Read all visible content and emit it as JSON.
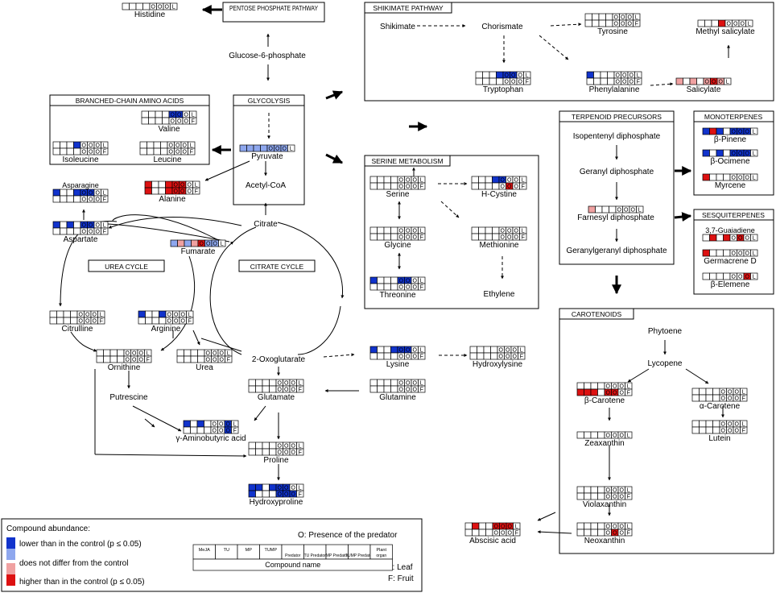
{
  "colors": {
    "dark_blue": "#1133cc",
    "light_blue": "#8ea7ee",
    "light_red": "#f0a1a1",
    "dark_red": "#dd1111",
    "white": "#ffffff"
  },
  "legend": {
    "heading": "Compound abundance:",
    "items": [
      {
        "color": "dark_blue",
        "label": "lower than in the control (p ≤ 0.05)"
      },
      {
        "color": "light_blue",
        "label": ""
      },
      {
        "color": "light_red",
        "label": "does not differ from the control"
      },
      {
        "color": "dark_red",
        "label": "higher than in the control (p ≤ 0.05)"
      }
    ],
    "predator_note": "O: Presence of the predator",
    "header_top": [
      "MeJA",
      "TU",
      "MP",
      "TUMP",
      "",
      "",
      "",
      "",
      "Plant"
    ],
    "header_bottom": [
      "",
      "",
      "",
      "",
      "Predator",
      "TU Predator",
      "MP Predator",
      "TUMP Predator",
      "organ"
    ],
    "compound_name": "Compound name",
    "leaf": "L: Leaf",
    "fruit": "F: Fruit"
  },
  "panels": {
    "pentose": "PENTOSE PHOSPHATE PATHWAY",
    "shikimate": "SHIKIMATE PATHWAY",
    "glycolysis": "GLYCOLYSIS",
    "branched": "BRANCHED-CHAIN AMINO ACIDS",
    "serine": "SERINE METABOLISM",
    "terpenoid": "TERPENOID PRECURSORS",
    "monoterpenes": "MONOTERPENES",
    "sesquiterpenes": "SESQUITERPENES",
    "carotenoids": "CAROTENOIDS",
    "urea": "UREA CYCLE",
    "citrate": "CITRATE CYCLE"
  },
  "texts": {
    "shikimate": "Shikimate",
    "chorismate": "Chorismate",
    "glucose": "Glucose-6-phosphate",
    "acetyl": "Acetyl-CoA",
    "citrate": "Citrate",
    "oxoglutarate": "2-Oxoglutarate",
    "putrescine": "Putrescine",
    "ethylene": "Ethylene",
    "isopentenyl": "Isopentenyl diphosphate",
    "geranyl": "Geranyl diphosphate",
    "geranylgeranyl": "Geranylgeranyl diphosphate",
    "phytoene": "Phytoene",
    "lycopene": "Lycopene"
  },
  "blocks": [
    {
      "id": "histidine",
      "label": "Histidine",
      "rows": [
        [
          "w",
          "w",
          "w",
          "w",
          "w",
          "w",
          "w",
          "w"
        ]
      ]
    },
    {
      "id": "tyrosine",
      "label": "Tyrosine",
      "rows": [
        [
          "w",
          "w",
          "w",
          "w",
          "w",
          "w",
          "w",
          "w"
        ],
        [
          "w",
          "w",
          "w",
          "w",
          "w",
          "w",
          "w",
          "w"
        ]
      ]
    },
    {
      "id": "methyl-salicylate",
      "label": "Methyl salicylate",
      "rows": [
        [
          "w",
          "w",
          "w",
          "R",
          "w",
          "w",
          "w",
          "w"
        ]
      ]
    },
    {
      "id": "tryptophan",
      "label": "Tryptophan",
      "rows": [
        [
          "w",
          "w",
          "w",
          "B",
          "B",
          "B",
          "w",
          "w"
        ],
        [
          "w",
          "w",
          "w",
          "w",
          "w",
          "w",
          "w",
          "w"
        ]
      ]
    },
    {
      "id": "phenylalanine",
      "label": "Phenylalanine",
      "rows": [
        [
          "B",
          "w",
          "w",
          "w",
          "w",
          "w",
          "w",
          "w"
        ],
        [
          "w",
          "w",
          "w",
          "w",
          "w",
          "w",
          "w",
          "w"
        ]
      ]
    },
    {
      "id": "salicylate",
      "label": "Salicylate",
      "rows": [
        [
          "r",
          "w",
          "r",
          "w",
          "r",
          "R",
          "r",
          "w"
        ]
      ]
    },
    {
      "id": "valine",
      "label": "Valine",
      "rows": [
        [
          "w",
          "w",
          "w",
          "w",
          "B",
          "B",
          "w",
          "w"
        ],
        [
          "w",
          "w",
          "w",
          "w",
          "w",
          "w",
          "w",
          "w"
        ]
      ]
    },
    {
      "id": "isoleucine",
      "label": "Isoleucine",
      "rows": [
        [
          "w",
          "w",
          "w",
          "B",
          "w",
          "w",
          "w",
          "w"
        ],
        [
          "w",
          "w",
          "w",
          "w",
          "w",
          "w",
          "w",
          "w"
        ]
      ]
    },
    {
      "id": "leucine",
      "label": "Leucine",
      "rows": [
        [
          "w",
          "w",
          "w",
          "w",
          "w",
          "w",
          "w",
          "w"
        ],
        [
          "w",
          "w",
          "w",
          "w",
          "w",
          "w",
          "w",
          "w"
        ]
      ]
    },
    {
      "id": "pyruvate",
      "label": "Pyruvate",
      "rows": [
        [
          "b",
          "b",
          "b",
          "b",
          "b",
          "b",
          "b",
          "w"
        ]
      ]
    },
    {
      "id": "asparagine",
      "label": "Asparagine",
      "rows": [
        [
          "B",
          "w",
          "w",
          "B",
          "B",
          "B",
          "w",
          "w"
        ],
        [
          "w",
          "w",
          "w",
          "w",
          "w",
          "w",
          "w",
          "w"
        ]
      ]
    },
    {
      "id": "alanine",
      "label": "Alanine",
      "rows": [
        [
          "R",
          "w",
          "w",
          "R",
          "R",
          "R",
          "w",
          "w"
        ],
        [
          "R",
          "w",
          "w",
          "R",
          "R",
          "R",
          "w",
          "w"
        ]
      ]
    },
    {
      "id": "aspartate",
      "label": "Aspartate",
      "rows": [
        [
          "B",
          "w",
          "B",
          "w",
          "B",
          "B",
          "w",
          "w"
        ],
        [
          "w",
          "w",
          "w",
          "w",
          "w",
          "w",
          "w",
          "w"
        ]
      ]
    },
    {
      "id": "fumarate",
      "label": "Fumarate",
      "rows": [
        [
          "b",
          "r",
          "b",
          "r",
          "R",
          "b",
          "b",
          "w"
        ]
      ]
    },
    {
      "id": "serine",
      "label": "Serine",
      "rows": [
        [
          "w",
          "w",
          "w",
          "w",
          "w",
          "w",
          "w",
          "w"
        ],
        [
          "w",
          "w",
          "w",
          "w",
          "w",
          "w",
          "w",
          "w"
        ]
      ]
    },
    {
      "id": "h-cystine",
      "label": "H-Cystine",
      "rows": [
        [
          "w",
          "w",
          "w",
          "B",
          "B",
          "w",
          "w",
          "w"
        ],
        [
          "w",
          "w",
          "w",
          "w",
          "w",
          "R",
          "w",
          "w"
        ]
      ]
    },
    {
      "id": "glycine",
      "label": "Glycine",
      "rows": [
        [
          "w",
          "w",
          "w",
          "w",
          "w",
          "w",
          "w",
          "w"
        ],
        [
          "w",
          "w",
          "w",
          "w",
          "w",
          "w",
          "w",
          "w"
        ]
      ]
    },
    {
      "id": "methionine",
      "label": "Methionine",
      "rows": [
        [
          "w",
          "w",
          "w",
          "w",
          "w",
          "w",
          "w",
          "w"
        ],
        [
          "w",
          "w",
          "w",
          "w",
          "w",
          "w",
          "w",
          "w"
        ]
      ]
    },
    {
      "id": "threonine",
      "label": "Threonine",
      "rows": [
        [
          "B",
          "w",
          "w",
          "w",
          "B",
          "B",
          "w",
          "w"
        ],
        [
          "w",
          "w",
          "w",
          "w",
          "w",
          "w",
          "w",
          "w"
        ]
      ]
    },
    {
      "id": "citrulline",
      "label": "Citrulline",
      "rows": [
        [
          "w",
          "w",
          "w",
          "w",
          "w",
          "w",
          "w",
          "w"
        ],
        [
          "w",
          "w",
          "w",
          "w",
          "w",
          "w",
          "w",
          "w"
        ]
      ]
    },
    {
      "id": "arginine",
      "label": "Arginine",
      "rows": [
        [
          "B",
          "w",
          "w",
          "B",
          "w",
          "w",
          "w",
          "w"
        ],
        [
          "w",
          "w",
          "w",
          "w",
          "w",
          "w",
          "w",
          "w"
        ]
      ]
    },
    {
      "id": "ornithine",
      "label": "Ornithine",
      "rows": [
        [
          "w",
          "w",
          "w",
          "w",
          "w",
          "w",
          "w",
          "w"
        ],
        [
          "w",
          "w",
          "w",
          "w",
          "w",
          "w",
          "w",
          "w"
        ]
      ]
    },
    {
      "id": "urea",
      "label": "Urea",
      "rows": [
        [
          "w",
          "w",
          "w",
          "w",
          "w",
          "w",
          "w",
          "w"
        ],
        [
          "w",
          "w",
          "w",
          "w",
          "w",
          "w",
          "w",
          "w"
        ]
      ]
    },
    {
      "id": "lysine",
      "label": "Lysine",
      "rows": [
        [
          "B",
          "w",
          "w",
          "B",
          "B",
          "B",
          "w",
          "w"
        ],
        [
          "w",
          "w",
          "w",
          "w",
          "w",
          "w",
          "w",
          "w"
        ]
      ]
    },
    {
      "id": "hydroxylysine",
      "label": "Hydroxylysine",
      "rows": [
        [
          "w",
          "w",
          "w",
          "w",
          "w",
          "w",
          "w",
          "w"
        ],
        [
          "w",
          "w",
          "w",
          "w",
          "w",
          "w",
          "w",
          "w"
        ]
      ]
    },
    {
      "id": "glutamate",
      "label": "Glutamate",
      "rows": [
        [
          "w",
          "w",
          "w",
          "w",
          "w",
          "w",
          "w",
          "w"
        ],
        [
          "w",
          "w",
          "w",
          "w",
          "w",
          "w",
          "w",
          "w"
        ]
      ]
    },
    {
      "id": "glutamine",
      "label": "Glutamine",
      "rows": [
        [
          "w",
          "w",
          "w",
          "w",
          "w",
          "w",
          "w",
          "w"
        ],
        [
          "w",
          "w",
          "w",
          "w",
          "w",
          "w",
          "w",
          "w"
        ]
      ]
    },
    {
      "id": "gaba",
      "label": "γ-Aminobutyric acid",
      "rows": [
        [
          "B",
          "w",
          "B",
          "w",
          "w",
          "w",
          "B",
          "w"
        ],
        [
          "w",
          "w",
          "w",
          "w",
          "w",
          "w",
          "B",
          "w"
        ]
      ]
    },
    {
      "id": "proline",
      "label": "Proline",
      "rows": [
        [
          "w",
          "w",
          "w",
          "w",
          "w",
          "w",
          "w",
          "w"
        ],
        [
          "w",
          "w",
          "w",
          "w",
          "w",
          "w",
          "w",
          "w"
        ]
      ]
    },
    {
      "id": "hydroxyproline",
      "label": "Hydroxyproline",
      "rows": [
        [
          "B",
          "B",
          "w",
          "B",
          "B",
          "B",
          "w",
          "w"
        ],
        [
          "B",
          "w",
          "w",
          "w",
          "B",
          "B",
          "B",
          "w"
        ]
      ]
    },
    {
      "id": "beta-pinene",
      "label": "β-Pinene",
      "rows": [
        [
          "B",
          "R",
          "B",
          "w",
          "B",
          "B",
          "B",
          "w"
        ]
      ]
    },
    {
      "id": "beta-ocimene",
      "label": "β-Ocimene",
      "rows": [
        [
          "B",
          "w",
          "B",
          "w",
          "B",
          "B",
          "B",
          "w"
        ]
      ]
    },
    {
      "id": "myrcene",
      "label": "Myrcene",
      "rows": [
        [
          "R",
          "w",
          "w",
          "w",
          "w",
          "w",
          "w",
          "w"
        ]
      ]
    },
    {
      "id": "guaiadiene",
      "label": "3,7-Guaiadiene",
      "rows": [
        [
          "w",
          "R",
          "w",
          "R",
          "w",
          "R",
          "w",
          "w"
        ]
      ]
    },
    {
      "id": "germacrene",
      "label": "Germacrene D",
      "rows": [
        [
          "R",
          "w",
          "w",
          "w",
          "w",
          "w",
          "w",
          "w"
        ]
      ]
    },
    {
      "id": "beta-elemene",
      "label": "β-Elemene",
      "rows": [
        [
          "w",
          "w",
          "w",
          "w",
          "w",
          "w",
          "R",
          "w"
        ]
      ]
    },
    {
      "id": "farnesyl",
      "label": "Farnesyl diphosphate",
      "rows": [
        [
          "r",
          "w",
          "w",
          "w",
          "w",
          "w",
          "w",
          "w"
        ]
      ]
    },
    {
      "id": "beta-carotene",
      "label": "β-Carotene",
      "rows": [
        [
          "w",
          "w",
          "w",
          "w",
          "w",
          "w",
          "w",
          "w"
        ],
        [
          "R",
          "R",
          "R",
          "w",
          "R",
          "R",
          "w",
          "w"
        ]
      ]
    },
    {
      "id": "alpha-carotene",
      "label": "α-Carotene",
      "rows": [
        [
          "w",
          "w",
          "w",
          "w",
          "w",
          "w",
          "w",
          "w"
        ],
        [
          "w",
          "w",
          "w",
          "w",
          "w",
          "w",
          "w",
          "w"
        ]
      ]
    },
    {
      "id": "zeaxanthin",
      "label": "Zeaxanthin",
      "rows": [
        [
          "w",
          "w",
          "w",
          "w",
          "w",
          "w",
          "w",
          "w"
        ]
      ]
    },
    {
      "id": "lutein",
      "label": "Lutein",
      "rows": [
        [
          "w",
          "w",
          "w",
          "w",
          "w",
          "w",
          "w",
          "w"
        ],
        [
          "w",
          "w",
          "w",
          "w",
          "w",
          "w",
          "w",
          "w"
        ]
      ]
    },
    {
      "id": "violaxanthin",
      "label": "Violaxanthin",
      "rows": [
        [
          "w",
          "w",
          "w",
          "w",
          "w",
          "w",
          "w",
          "w"
        ],
        [
          "w",
          "w",
          "w",
          "w",
          "w",
          "w",
          "w",
          "w"
        ]
      ]
    },
    {
      "id": "neoxanthin",
      "label": "Neoxanthin",
      "rows": [
        [
          "w",
          "w",
          "w",
          "w",
          "w",
          "w",
          "w",
          "w"
        ],
        [
          "w",
          "w",
          "w",
          "w",
          "w",
          "R",
          "w",
          "w"
        ]
      ]
    },
    {
      "id": "abscisic",
      "label": "Abscisic acid",
      "rows": [
        [
          "w",
          "R",
          "w",
          "w",
          "R",
          "R",
          "R",
          "w"
        ],
        [
          "w",
          "w",
          "w",
          "w",
          "w",
          "w",
          "w",
          "w"
        ]
      ]
    }
  ]
}
